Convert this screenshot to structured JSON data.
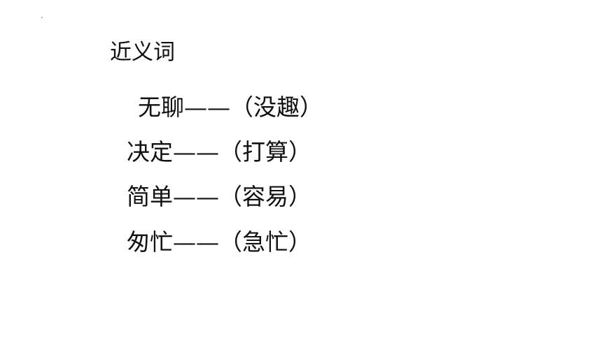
{
  "slide": {
    "heading": "近义词",
    "pairs": [
      {
        "text": "无聊——（没趣）"
      },
      {
        "text": "决定——（打算）"
      },
      {
        "text": "简单——（容易）"
      },
      {
        "text": "匆忙——（急忙）"
      }
    ]
  }
}
